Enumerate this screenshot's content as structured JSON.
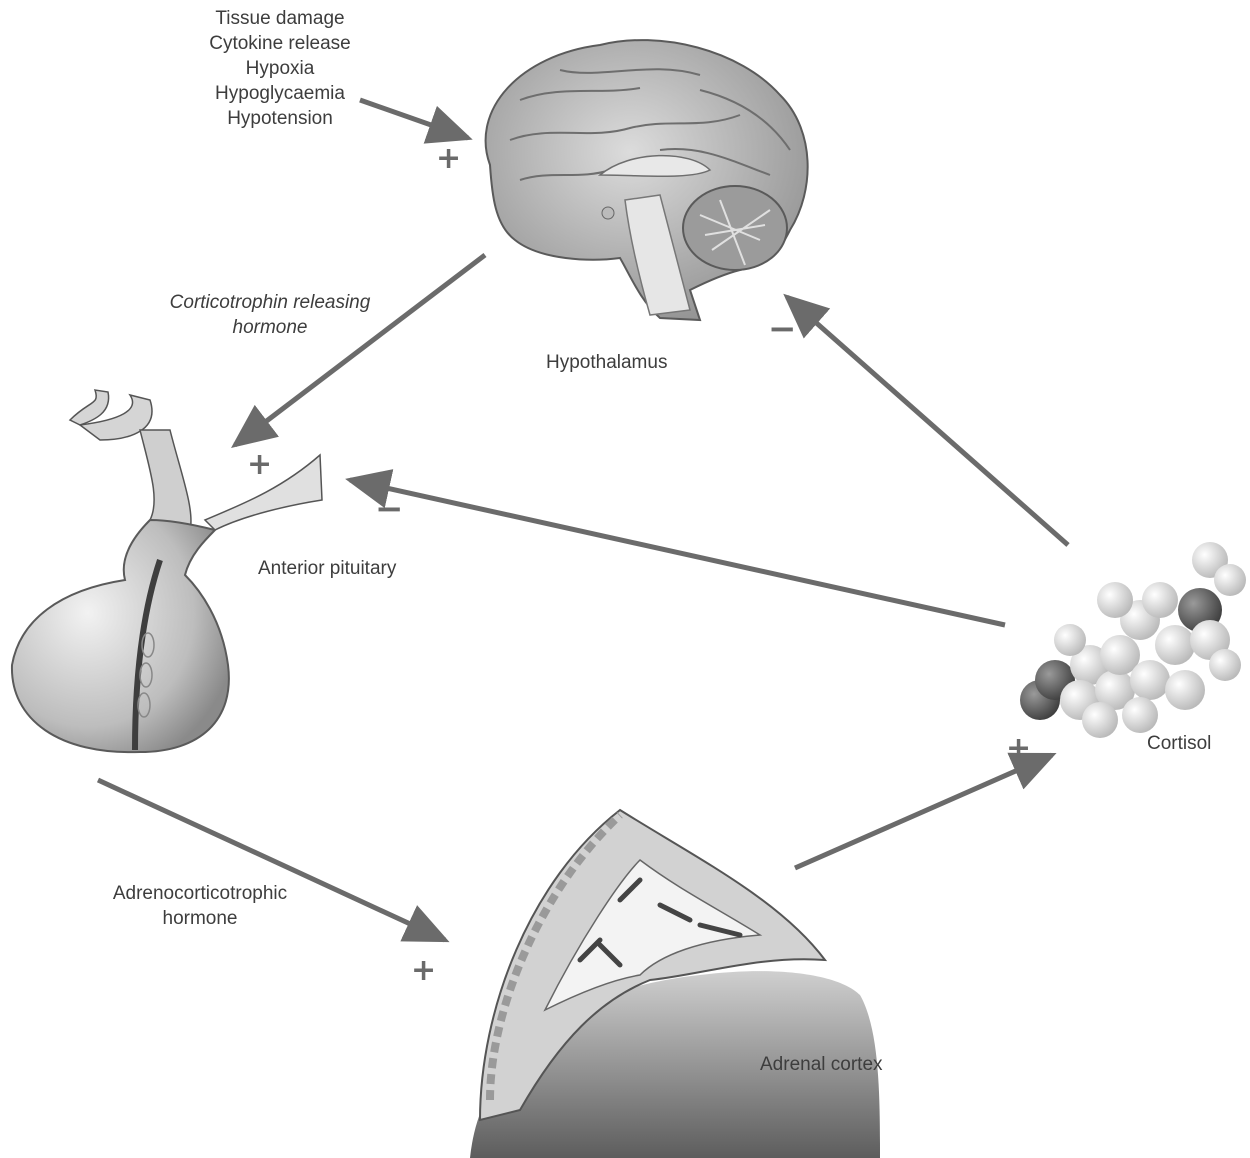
{
  "stimuli": [
    "Tissue damage",
    "Cytokine release",
    "Hypoxia",
    "Hypoglycaemia",
    "Hypotension"
  ],
  "labels": {
    "hypothalamus": "Hypothalamus",
    "crh_line1": "Corticotrophin releasing",
    "crh_line2": "hormone",
    "anterior_pituitary": "Anterior pituitary",
    "acth_line1": "Adrenocorticotrophic",
    "acth_line2": "hormone",
    "adrenal_cortex": "Adrenal cortex",
    "cortisol": "Cortisol"
  },
  "signs": {
    "stimuli_to_hypothalamus": "+",
    "crh_to_pituitary": "+",
    "acth_to_adrenal": "+",
    "adrenal_to_cortisol": "+",
    "cortisol_to_pituitary": "−",
    "cortisol_to_hypothalamus": "−"
  },
  "colors": {
    "arrow": "#6b6b6b",
    "organ_fill": "#c9c9c9",
    "organ_shade": "#8f8f8f"
  }
}
